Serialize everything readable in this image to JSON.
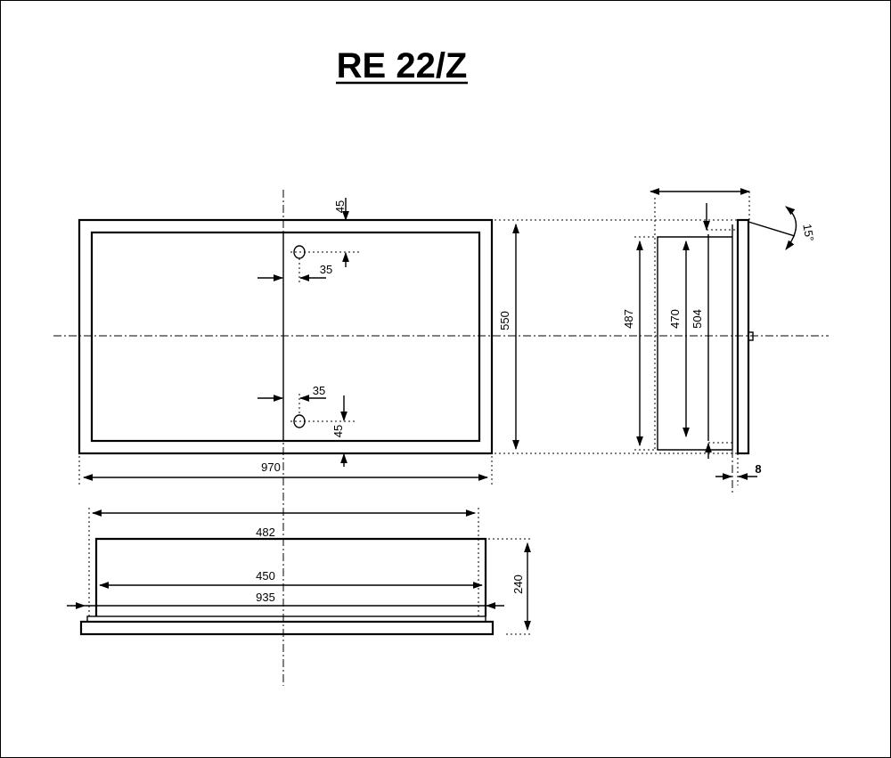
{
  "title": "RE 22/Z",
  "front_view": {
    "hole_offset_top": "45",
    "hole_offset_bottom": "45",
    "hole_offset_x_top": "35",
    "hole_offset_x_bottom": "35",
    "height_outer": "550",
    "width_outer": "970"
  },
  "side_view": {
    "height_487": "487",
    "height_470": "470",
    "height_504": "504",
    "angle": "15°",
    "thickness": "8"
  },
  "top_view": {
    "width_482": "482",
    "width_450": "450",
    "width_935": "935",
    "depth_240": "240"
  }
}
